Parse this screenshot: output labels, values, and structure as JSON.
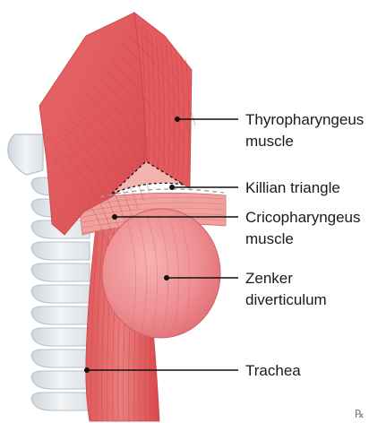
{
  "labels": {
    "thyropharyngeus_line1": "Thyropharyngeus",
    "thyropharyngeus_line2": "muscle",
    "killian": "Killian triangle",
    "cricopharyngeus_line1": "Cricopharyngeus",
    "cricopharyngeus_line2": "muscle",
    "zenker_line1": "Zenker",
    "zenker_line2": "diverticulum",
    "trachea": "Trachea"
  },
  "corner_mark": "℞",
  "colors": {
    "muscle_dark": "#d94a4e",
    "muscle_mid": "#e8777a",
    "muscle_light": "#f4a3a0",
    "diverticulum": "#ee9397",
    "cartilage": "#e9ecef",
    "cartilage_edge": "#b9c0c8",
    "leader": "#111111"
  }
}
